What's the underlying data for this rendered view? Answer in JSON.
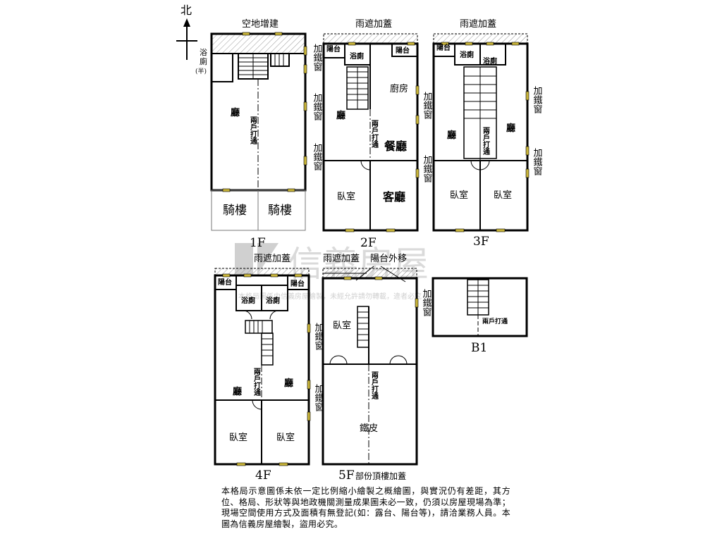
{
  "compass": {
    "north": "北"
  },
  "floors": {
    "f1": {
      "label": "1F",
      "top_note": "空地增建",
      "bath": [
        "浴",
        "廁",
        "(半)"
      ],
      "hall": "廳",
      "arcade": [
        "騎樓",
        "騎樓"
      ],
      "merge_note": "兩戶打通",
      "window_note": "加鐵窗"
    },
    "f2": {
      "label": "2F",
      "top_note": "雨遮加蓋",
      "balcony": "陽台",
      "bath": "浴廁",
      "balcony_right": "陽台",
      "kitchen": "廚房",
      "hall": "廳",
      "dining": "餐廳",
      "bedroom": "臥室",
      "living": "客廳",
      "merge_note": "兩戶打通",
      "window_note": "加鐵窗"
    },
    "f3": {
      "label": "3F",
      "top_note": "雨遮加蓋",
      "balcony": "陽台",
      "bath": "浴廁",
      "bath2": "浴廁",
      "hall_left": "廳",
      "hall_right": "廳",
      "bedroom_left": "臥室",
      "bedroom_right": "臥室",
      "merge_note": "兩戶打通",
      "window_note": "加鐵窗"
    },
    "f4": {
      "label": "4F",
      "top_note": "雨遮加蓋",
      "balcony": "陽台",
      "balcony_right": "陽台",
      "bath": "浴廁",
      "bath2": "浴廁",
      "hall_left": "廳",
      "hall_right": "廳",
      "bedroom_left": "臥室",
      "bedroom_right": "臥室",
      "merge_note": "兩戶打通",
      "window_note": "加鐵窗"
    },
    "f5": {
      "label": "5F",
      "label_note": "部份頂樓加蓋",
      "top_note": "雨遮加蓋",
      "top_note2": "陽台外移",
      "bedroom": "臥室",
      "iron_sheet": "鐵皮",
      "merge_note": "兩戶打通",
      "window_note": "加鐵窗"
    },
    "b1": {
      "label": "B1",
      "merge_note": "兩戶打通"
    }
  },
  "watermark": {
    "brand": "信義房屋",
    "fine_print": "本格局圖係由信義房屋繪製，未經允許請勿轉載，違者必究"
  },
  "disclaimer": "本格局示意圖係未依一定比例縮小繪製之概繪圖，與實況仍有差距，其方位、格局、形狀等與地政機關測量成果圖未必一致，仍須以房屋現場為準；現場空間使用方式及面積有無登記(如：露台、陽台等)，請洽業務人員。本圖為信義房屋繪製，盜用必究。",
  "colors": {
    "wall": "#000000",
    "window": "#c8b43a",
    "hatch": "#999999",
    "watermark": "#bdbdbd"
  }
}
